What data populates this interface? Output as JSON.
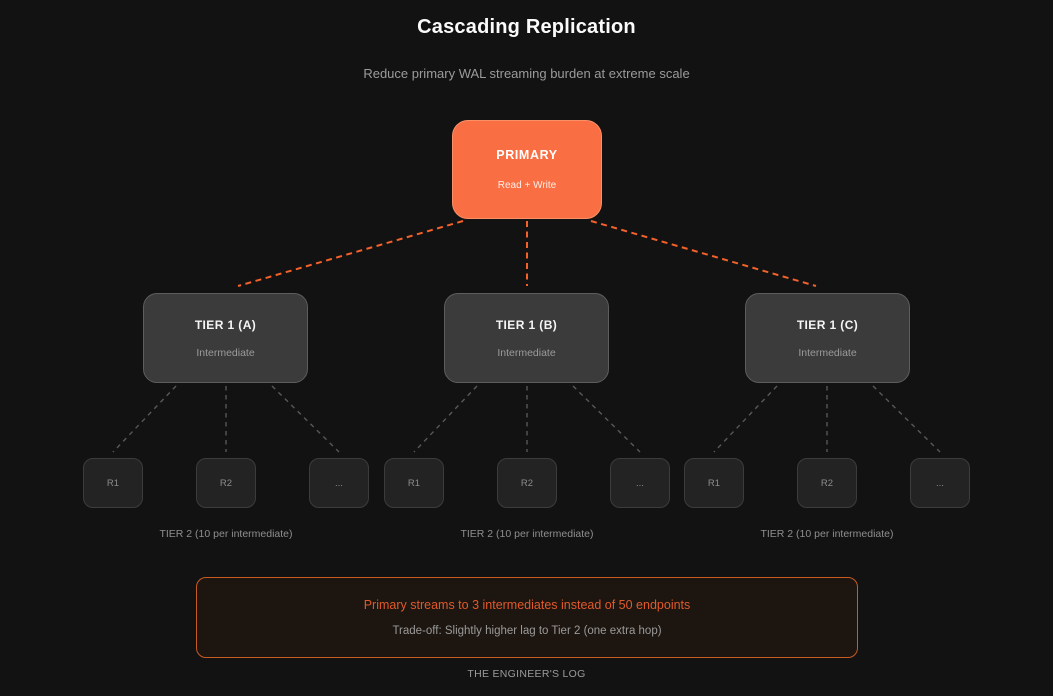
{
  "page": {
    "title": "Cascading Replication",
    "subtitle": "Reduce primary WAL streaming burden at extreme scale",
    "footer": "THE ENGINEER'S LOG"
  },
  "colors": {
    "background": "#121212",
    "primary_node_fill": "#F96E42",
    "tier1_node_fill": "#3B3B3B",
    "tier2_node_fill": "#232323",
    "orange_link": "#F4622B",
    "gray_link": "#585858",
    "note_border": "#C75B24",
    "note_highlight_text": "#E05A2B",
    "muted_text": "#9B9B9B"
  },
  "diagram": {
    "primary": {
      "label": "PRIMARY",
      "sublabel": "Read + Write"
    },
    "tier1": [
      {
        "label": "TIER 1 (A)",
        "sublabel": "Intermediate"
      },
      {
        "label": "TIER 1 (B)",
        "sublabel": "Intermediate"
      },
      {
        "label": "TIER 1 (C)",
        "sublabel": "Intermediate"
      }
    ],
    "tier2_groups": [
      {
        "nodes": [
          "R1",
          "R2",
          "..."
        ],
        "label": "TIER 2 (10 per intermediate)"
      },
      {
        "nodes": [
          "R1",
          "R2",
          "..."
        ],
        "label": "TIER 2 (10 per intermediate)"
      },
      {
        "nodes": [
          "R1",
          "R2",
          "..."
        ],
        "label": "TIER 2 (10 per intermediate)"
      }
    ]
  },
  "note": {
    "line1": "Primary streams to 3 intermediates instead of 50 endpoints",
    "line2": "Trade-off: Slightly higher lag to Tier 2 (one extra hop)"
  }
}
